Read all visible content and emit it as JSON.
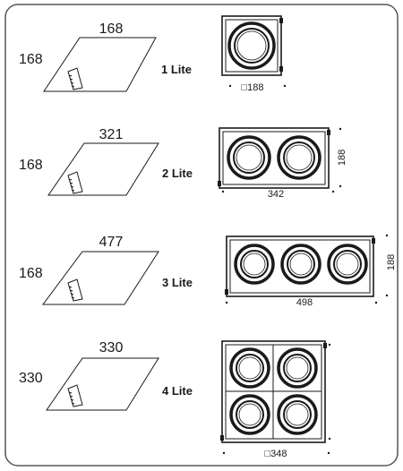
{
  "rows": [
    {
      "cutout_width": "168",
      "cutout_height": "168",
      "lite_label": "1 Lite",
      "outer_width": "□188",
      "outer_height": ""
    },
    {
      "cutout_width": "321",
      "cutout_height": "168",
      "lite_label": "2 Lite",
      "outer_width": "342",
      "outer_height": "188"
    },
    {
      "cutout_width": "477",
      "cutout_height": "168",
      "lite_label": "3 Lite",
      "outer_width": "498",
      "outer_height": "188"
    },
    {
      "cutout_width": "330",
      "cutout_height": "330",
      "lite_label": "4 Lite",
      "outer_width": "□348",
      "outer_height": ""
    }
  ],
  "colors": {
    "line": "#1a1a1a",
    "frame": "#555555"
  }
}
